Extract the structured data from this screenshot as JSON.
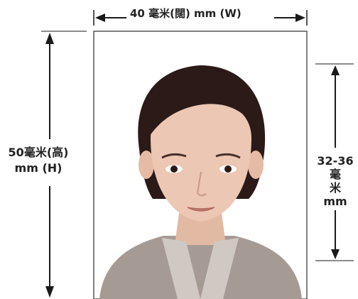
{
  "dimensions": {
    "width_label": "40 毫米(闊) mm (W)",
    "height_label_line1": "50毫米(高)",
    "height_label_line2": "mm (H)",
    "head_label_line1": "32-36",
    "head_label_line2": "毫",
    "head_label_line3": "米",
    "head_label_line4": "mm"
  },
  "colors": {
    "frame": "#555555",
    "arrow": "#1a1a1a",
    "hair": "#2b1a18",
    "skin": "#ecc7b3",
    "jacket": "#a69b94",
    "shirt": "#cfc8c3"
  }
}
